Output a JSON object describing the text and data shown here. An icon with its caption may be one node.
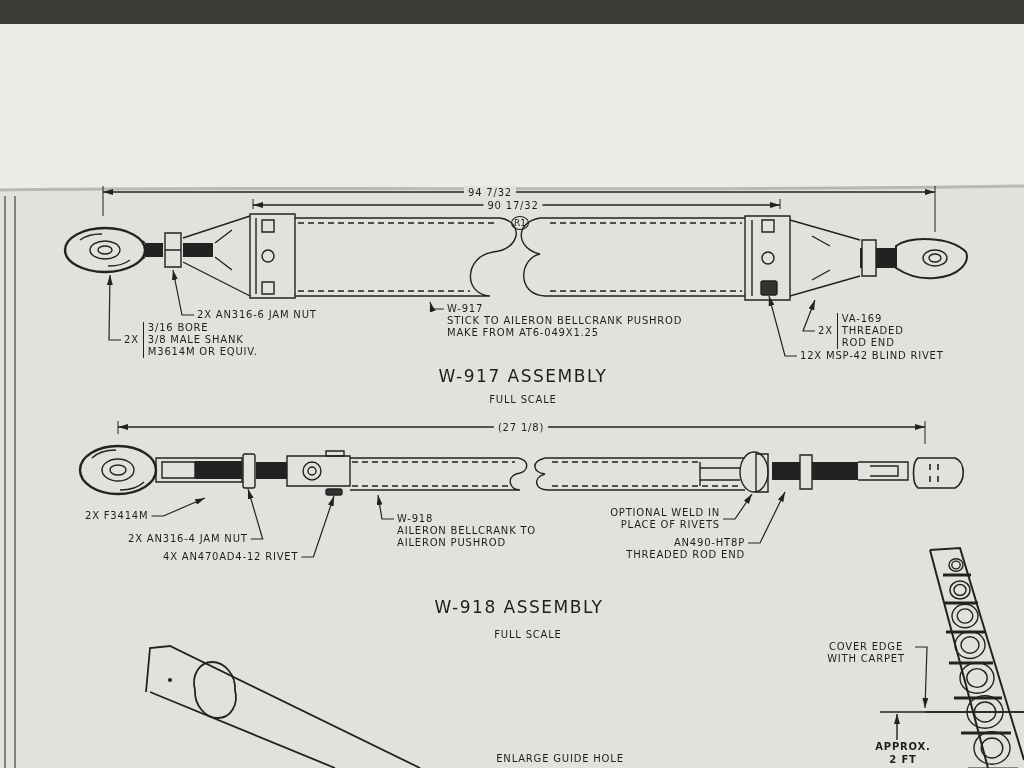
{
  "diagram": {
    "nodes": [
      {
        "text": [
          "2X",
          "3/16 BORE",
          "3/8 MALE SHANK",
          "M3614M OR EQUIV."
        ]
      },
      {
        "text": [
          "2X AN316-6 JAM NUT"
        ]
      },
      {
        "text": [
          "W-917",
          "STICK TO AILERON BELLCRANK PUSHROD",
          "MAKE FROM AT6-049X1.25"
        ]
      },
      {
        "text": [
          "12X MSP-42 BLIND RIVET"
        ]
      },
      {
        "text": [
          "2X",
          "VA-169",
          "THREADED ROD END"
        ]
      },
      {
        "text": [],
        "shape": "picture"
      },
      {
        "text": [],
        "shape": "picture"
      },
      {
        "text": [],
        "shape": "picture"
      },
      {
        "text": [],
        "shape": "box",
        "in": 7
      },
      {
        "text": [],
        "shape": "picture"
      },
      {
        "text": [
          "2X F3414M"
        ]
      },
      {
        "text": [
          "2X AN316-4 JAM NUT"
        ]
      },
      {
        "text": [
          "4X AN470AD4-12 RIVET"
        ]
      },
      {
        "text": [
          "W-918",
          "AILERON BELLCRANK TO AILERON PUSHROD"
        ]
      },
      {
        "text": [
          "OPTIONAL WELD IN PLACE OF RIVETS"
        ]
      },
      {
        "text": [
          "AN490-HT8P",
          "THREADED ROD END"
        ]
      },
      {
        "text": [],
        "shape": "picture"
      },
      {
        "text": [],
        "shape": "box"
      },
      {
        "text": [],
        "shape": "box",
        "in": 19
      },
      {
        "text": [],
        "shape": "picture"
      },
      {
        "text": [],
        "shape": "picture",
        "in": 19
      },
      {
        "text": [],
        "shape": "picture"
      },
      {
        "text": [
          "COVER EDGE WITH CARPET"
        ]
      },
      {
        "text": [],
        "shape": "picture"
      }
    ],
    "edges": [
      {
        "from": 0,
        "to": 5,
        "arrow": "to"
      },
      {
        "from": 1,
        "to": 6,
        "arrow": "to"
      },
      {
        "from": 2,
        "to": 7,
        "arrow": "to"
      },
      {
        "from": 3,
        "to": 8,
        "arrow": "to"
      },
      {
        "from": 4,
        "to": 9,
        "arrow": "to"
      },
      {
        "from": 10,
        "to": 16,
        "arrow": "to"
      },
      {
        "from": 11,
        "to": 17,
        "arrow": "to"
      },
      {
        "from": 12,
        "to": 18,
        "arrow": "to"
      },
      {
        "from": 13,
        "to": 19,
        "arrow": "to"
      },
      {
        "from": 14,
        "to": 20,
        "arrow": "to"
      },
      {
        "from": 15,
        "to": 21,
        "arrow": "to"
      },
      {
        "from": 22,
        "to": 23,
        "arrow": "to"
      }
    ],
    "labels": [
      "94 7/32",
      "90 17/32",
      "R1",
      "W-917 ASSEMBLY",
      "FULL SCALE",
      "(27 1/8)",
      "W-918 ASSEMBLY",
      "FULL SCALE",
      "ENLARGE GUIDE HOLE",
      "APPROX. 2 FT"
    ]
  }
}
